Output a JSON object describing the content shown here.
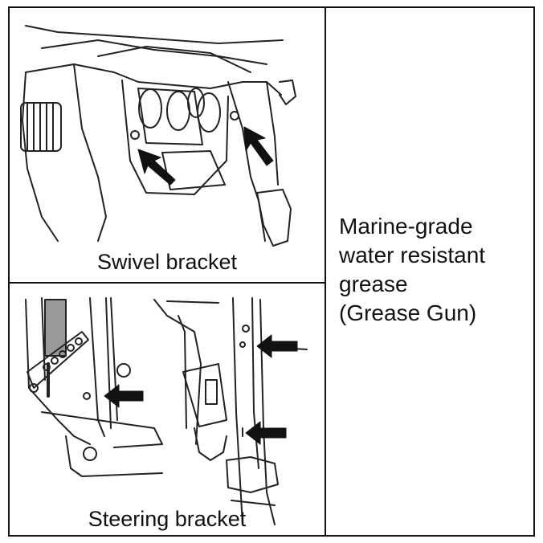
{
  "figures": [
    {
      "caption": "Swivel bracket"
    },
    {
      "caption": "Steering bracket"
    }
  ],
  "grease": {
    "lines": [
      "Marine-grade",
      "water resistant",
      "grease",
      "(Grease Gun)"
    ]
  }
}
